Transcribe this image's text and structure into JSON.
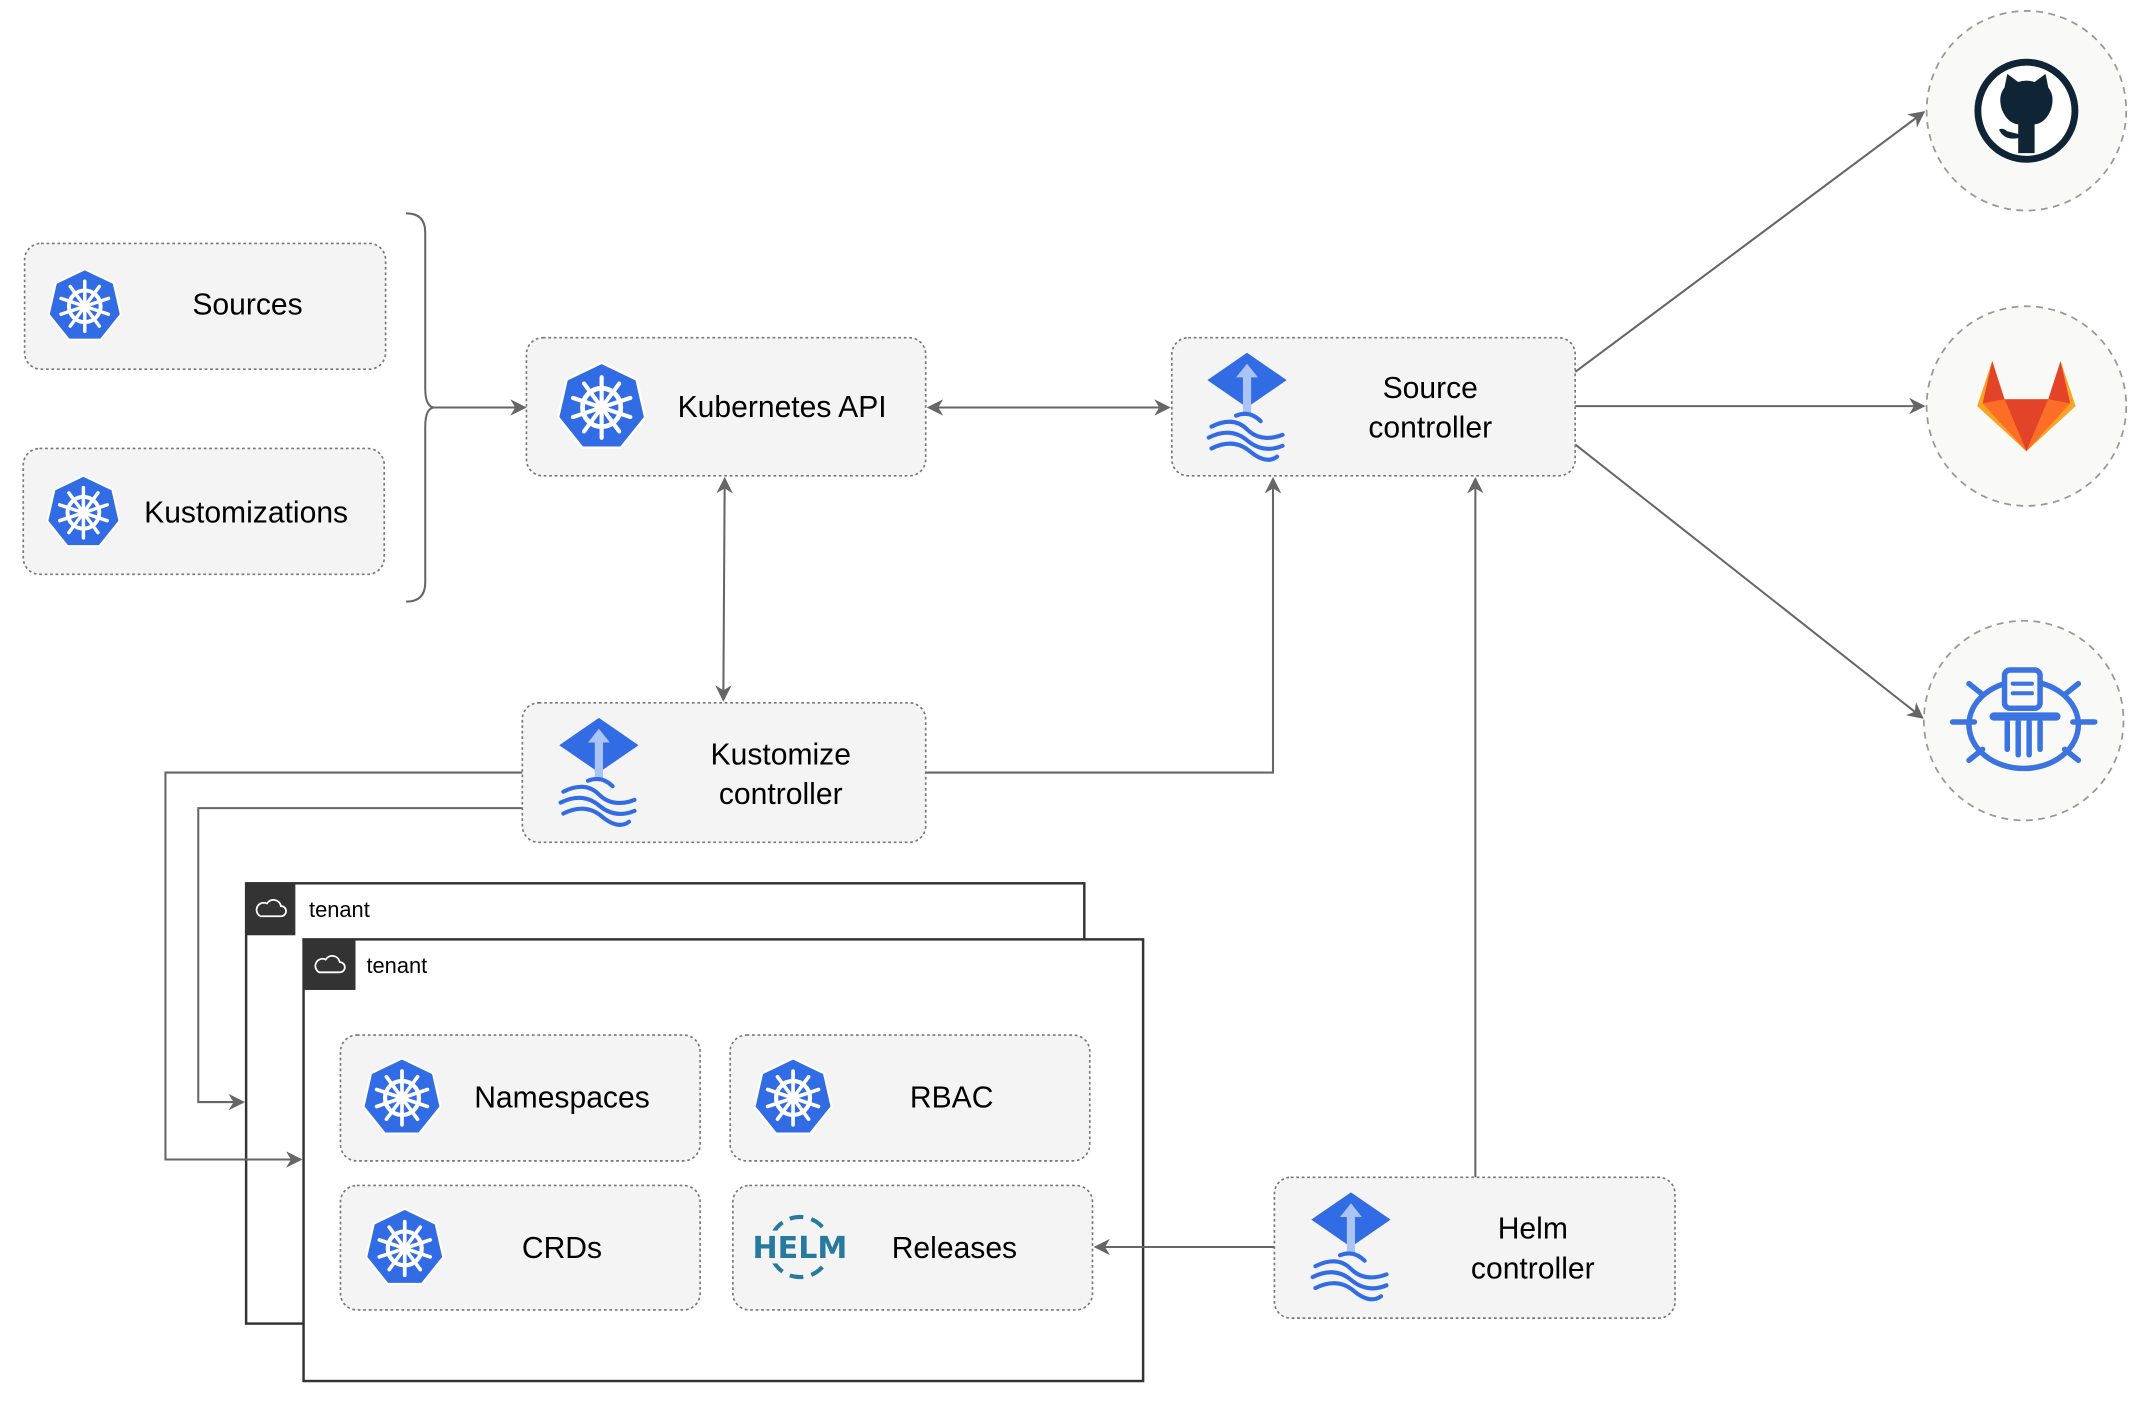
{
  "nodes": {
    "sources": {
      "label": "Sources",
      "icon": "kubernetes-icon"
    },
    "kustomizations": {
      "label": "Kustomizations",
      "icon": "kubernetes-icon"
    },
    "kubernetes_api": {
      "label": "Kubernetes API",
      "icon": "kubernetes-icon"
    },
    "source_controller": {
      "line1": "Source",
      "line2": "controller",
      "icon": "flux-icon"
    },
    "kustomize_controller": {
      "line1": "Kustomize",
      "line2": "controller",
      "icon": "flux-icon"
    },
    "helm_controller": {
      "line1": "Helm",
      "line2": "controller",
      "icon": "flux-icon"
    },
    "namespaces": {
      "label": "Namespaces",
      "icon": "kubernetes-icon"
    },
    "rbac": {
      "label": "RBAC",
      "icon": "kubernetes-icon"
    },
    "crds": {
      "label": "CRDs",
      "icon": "kubernetes-icon"
    },
    "releases": {
      "label": "Releases",
      "icon": "helm-icon",
      "logo_text": "HELM"
    }
  },
  "tenants": [
    {
      "label": "tenant",
      "icon": "cloud-icon"
    },
    {
      "label": "tenant",
      "icon": "cloud-icon"
    }
  ],
  "external": [
    {
      "icon": "github-icon"
    },
    {
      "icon": "gitlab-icon"
    },
    {
      "icon": "bucket-icon"
    }
  ],
  "colors": {
    "kubernetes_blue": "#326ce5",
    "box_fill": "#f4f4f4",
    "edge": "#666666",
    "helm": "#277a9f",
    "gitlab_orange": "#e24329",
    "github_dark": "#0f2536"
  }
}
